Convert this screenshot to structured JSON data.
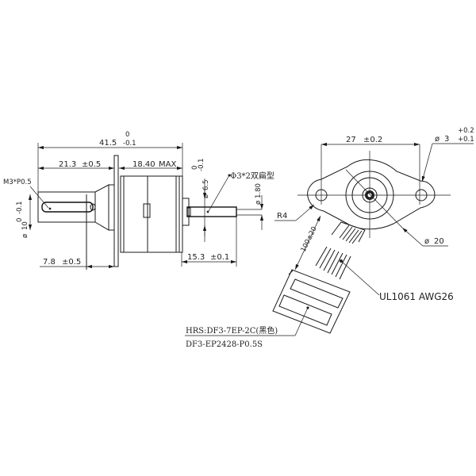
{
  "side_view": {
    "overall_length": {
      "value": "41.5",
      "tol_upper": "0",
      "tol_lower": "-0.1"
    },
    "front_shaft_length": {
      "value": "21.3",
      "tol": "±0.5"
    },
    "body_length": {
      "value": "18.40",
      "suffix": "MAX"
    },
    "flange_offset": {
      "value": "7.8",
      "tol": "±0.5"
    },
    "rear_shaft_length": {
      "value": "15.3",
      "tol": "±0.1"
    },
    "thread_label": "M3*P0.5",
    "front_diameter": {
      "prefix": "ø",
      "value": "10",
      "tol_upper": "0",
      "tol_lower": "-0.1"
    },
    "boss_diameter": {
      "prefix": "ø",
      "value": "6.5",
      "tol_upper": "0",
      "tol_lower": "-0.1"
    },
    "rear_shaft_flat": {
      "prefix": "ø",
      "value": "1.80"
    },
    "shaft_note": "Φ3*2双扁型"
  },
  "front_view": {
    "hole_spacing": {
      "value": "27",
      "tol": "±0.2"
    },
    "hole_diameter": {
      "prefix": "ø",
      "value": "3",
      "tol_upper": "+0.2",
      "tol_lower": "+0.1"
    },
    "corner_radius": "R4",
    "body_diameter": {
      "prefix": "ø",
      "value": "20"
    },
    "lead_length": {
      "value": "100",
      "tol": "±20",
      "display": "100±20"
    },
    "wire_spec": "UL1061 AWG26",
    "connector_line1": "HRS:DF3-7EP-2C(黑色)",
    "connector_line2": "DF3-EP2428-P0.5S"
  }
}
